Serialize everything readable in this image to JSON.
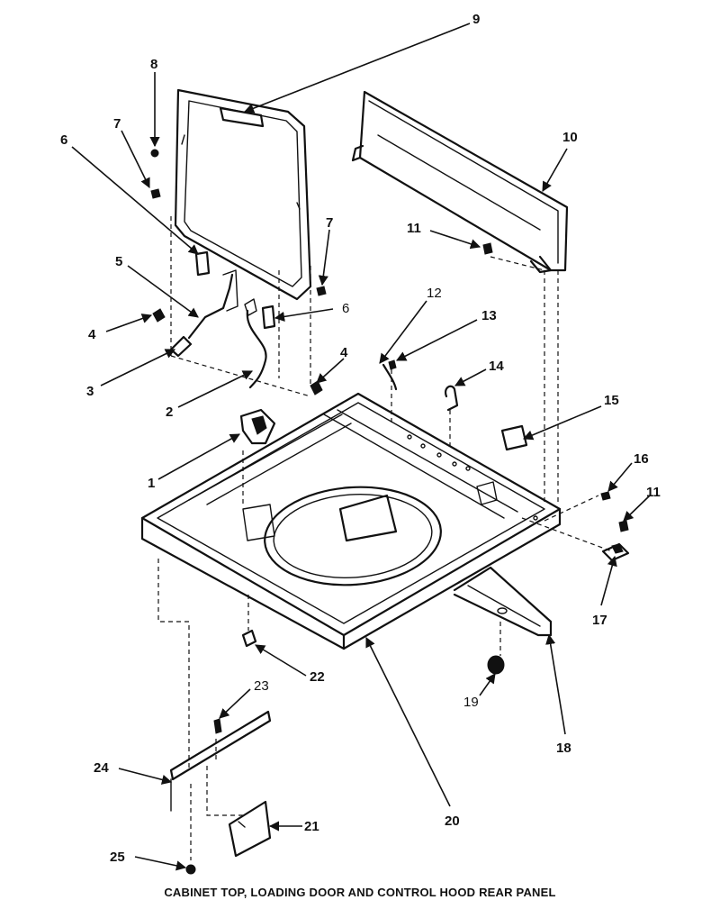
{
  "callouts": {
    "c1": "1",
    "c2": "2",
    "c3": "3",
    "c4a": "4",
    "c4b": "4",
    "c5": "5",
    "c6a": "6",
    "c6b": "6",
    "c7a": "7",
    "c7b": "7",
    "c8": "8",
    "c9": "9",
    "c10": "10",
    "c11a": "11",
    "c11b": "11",
    "c12": "12",
    "c13": "13",
    "c14": "14",
    "c15": "15",
    "c16": "16",
    "c17": "17",
    "c18": "18",
    "c19": "19",
    "c20": "20",
    "c21": "21",
    "c22": "22",
    "c23": "23",
    "c24": "24",
    "c25": "25"
  },
  "caption": "CABINET TOP, LOADING DOOR AND CONTROL HOOD REAR PANEL"
}
